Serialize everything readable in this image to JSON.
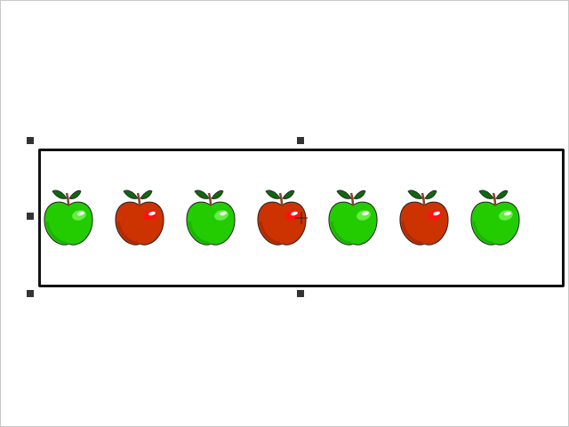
{
  "canvas": {
    "background": "#ffffff"
  },
  "selection": {
    "frame_color": "#111111",
    "handle_color": "#333333"
  },
  "apples": [
    {
      "color": "green"
    },
    {
      "color": "red"
    },
    {
      "color": "green"
    },
    {
      "color": "red"
    },
    {
      "color": "green"
    },
    {
      "color": "red"
    },
    {
      "color": "green"
    }
  ],
  "colors": {
    "green_body": "#22cc00",
    "green_dark": "#119900",
    "red_body": "#cc3300",
    "red_dark": "#991f00",
    "red_highlight": "#ff1111",
    "leaf": "#116611",
    "stem": "#884422"
  },
  "icons": {
    "cursor": "crosshair-cursor-icon"
  }
}
